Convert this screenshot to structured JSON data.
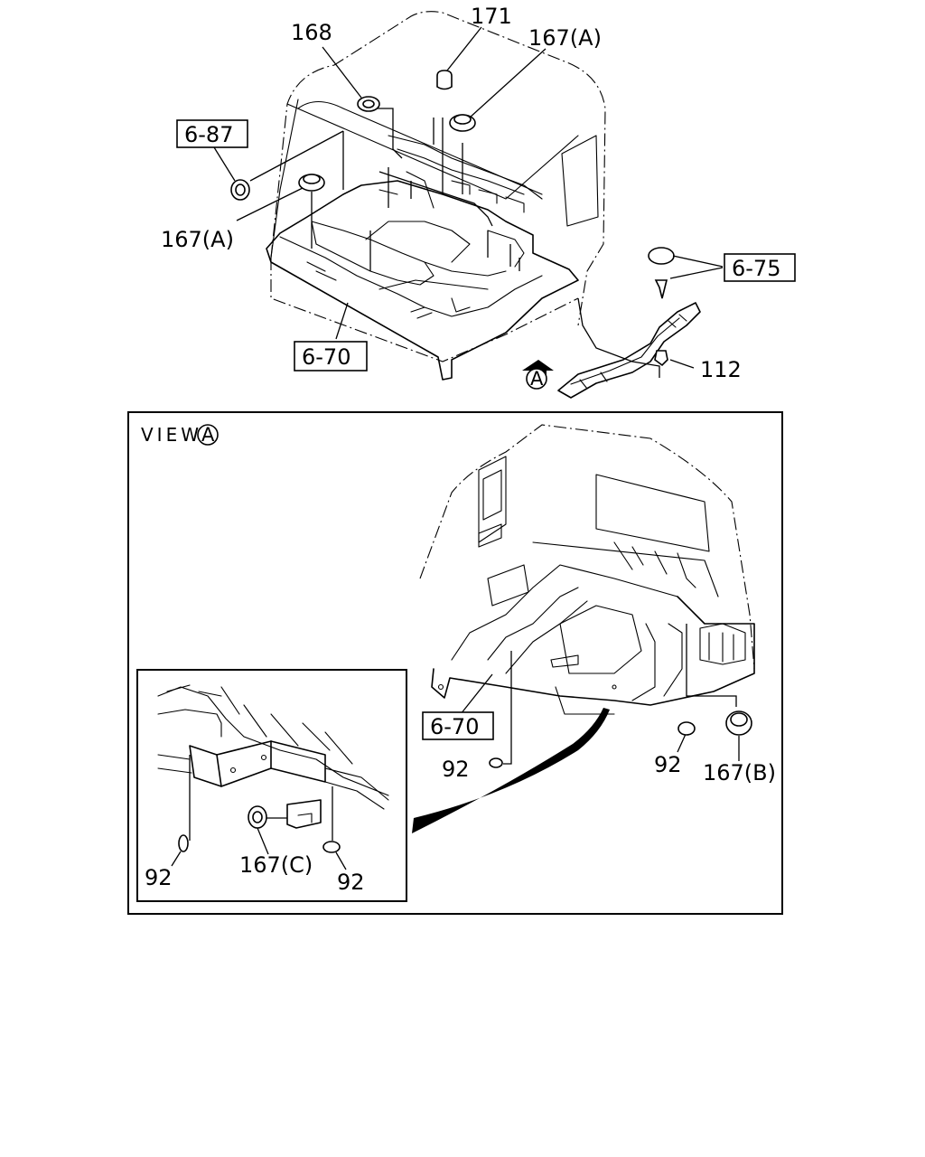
{
  "callouts": {
    "c168": "168",
    "c171": "171",
    "c167a_top": "167(A)",
    "c687": "6-87",
    "c167a_left": "167(A)",
    "c670_top": "6-70",
    "c675": "6-75",
    "c112": "112",
    "view_arrow_mark": "A"
  },
  "view_panel": {
    "title_text": "VIEW",
    "title_mark": "A",
    "c670": "6-70",
    "c92_left": "92",
    "c92_right": "92",
    "c167b": "167(B)",
    "inset": {
      "c92_left": "92",
      "c167c": "167(C)",
      "c92_right": "92"
    }
  }
}
